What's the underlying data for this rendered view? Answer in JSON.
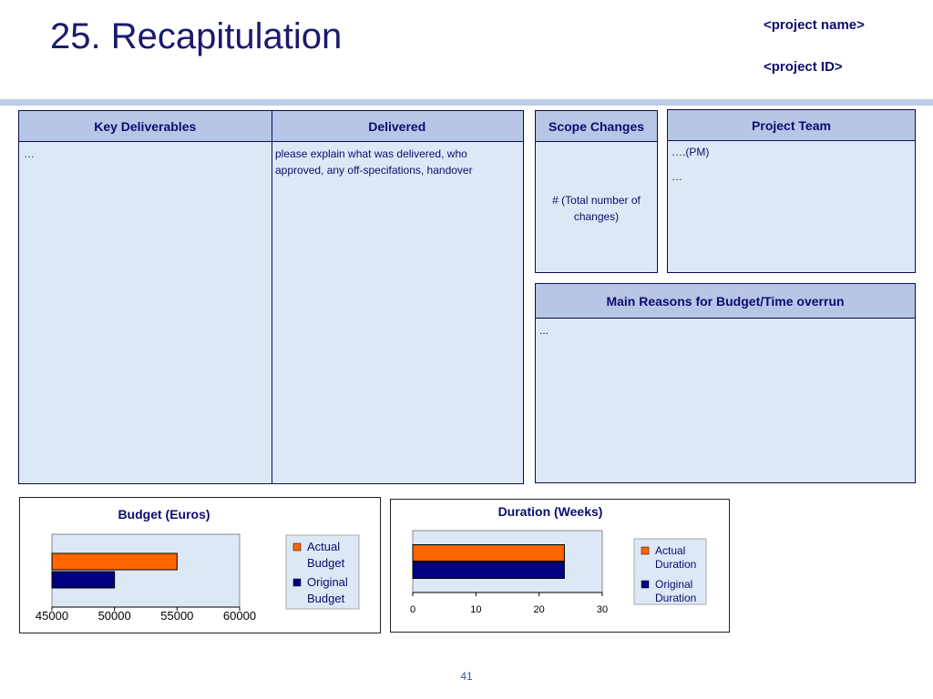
{
  "slide": {
    "title": "25. Recapitulation",
    "project_name": "<project name>",
    "project_id": "<project ID>",
    "page_number": "41"
  },
  "deliverables_table": {
    "col1_header": "Key Deliverables",
    "col2_header": "Delivered",
    "col1_text": "…",
    "col2_text": "please explain what was delivered, who approved, any off-specifations, handover"
  },
  "scope_changes": {
    "header": "Scope Changes",
    "text": "# (Total number of changes)"
  },
  "project_team": {
    "header": "Project Team",
    "line1": "….(PM)",
    "line2": "…"
  },
  "overrun": {
    "header": "Main Reasons for Budget/Time overrun",
    "text": "..."
  },
  "colors": {
    "actual": "#ff6600",
    "original": "#000080",
    "plot_bg": "#dde8f6"
  },
  "chart_data": [
    {
      "type": "bar",
      "orientation": "horizontal",
      "title": "Budget (Euros)",
      "xlim": [
        45000,
        60000
      ],
      "ticks": [
        "45000",
        "50000",
        "55000",
        "60000"
      ],
      "tick_values": [
        45000,
        50000,
        55000,
        60000
      ],
      "series": [
        {
          "name": "Actual Budget",
          "legend_lines": [
            "Actual",
            "Budget"
          ],
          "value": 55000,
          "color": "#ff6600"
        },
        {
          "name": "Original Budget",
          "legend_lines": [
            "Original",
            "Budget"
          ],
          "value": 50000,
          "color": "#000080"
        }
      ],
      "legend": "right",
      "grid": false
    },
    {
      "type": "bar",
      "orientation": "horizontal",
      "title": "Duration (Weeks)",
      "xlim": [
        0,
        30
      ],
      "ticks": [
        "0",
        "10",
        "20",
        "30"
      ],
      "tick_values": [
        0,
        10,
        20,
        30
      ],
      "series": [
        {
          "name": "Actual Duration",
          "legend_lines": [
            "Actual",
            "Duration"
          ],
          "value": 24,
          "color": "#ff6600"
        },
        {
          "name": "Original Duration",
          "legend_lines": [
            "Original",
            "Duration"
          ],
          "value": 24,
          "color": "#000080"
        }
      ],
      "legend": "right",
      "grid": false
    }
  ]
}
